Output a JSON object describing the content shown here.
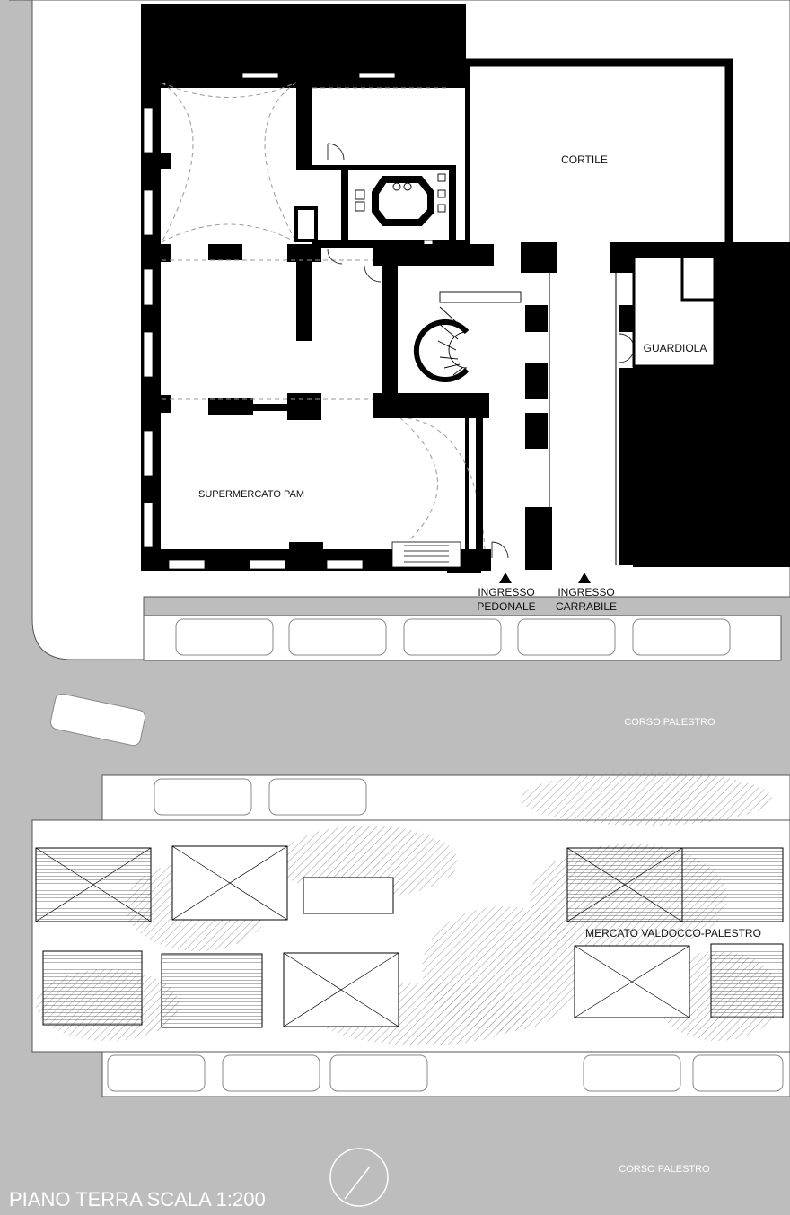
{
  "rooms": {
    "cortile": "CORTILE",
    "supermercato": "SUPERMERCATO PAM",
    "guardiola": "GUARDIOLA"
  },
  "entrances": {
    "pedestrian": [
      "INGRESSO",
      "PEDONALE"
    ],
    "vehicular": [
      "INGRESSO",
      "CARRABILE"
    ]
  },
  "streets": {
    "upper": "CORSO PALESTRO",
    "lower": "CORSO PALESTRO"
  },
  "market": "MERCATO VALDOCCO-PALESTRO",
  "title": "PIANO TERRA SCALA 1:200",
  "colors": {
    "ground": "#bdbdbd",
    "building": "#ffffff",
    "wall": "#000000"
  }
}
